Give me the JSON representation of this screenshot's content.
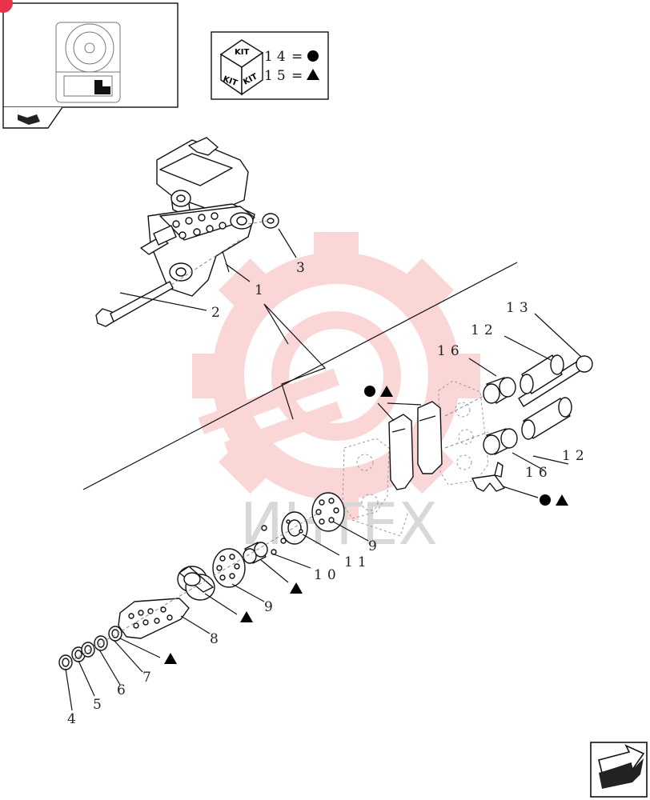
{
  "legend": {
    "kit_labels": [
      "KIT",
      "KIT",
      "KIT"
    ],
    "rows": [
      {
        "number": "14",
        "equals": "=",
        "symbol": "circle"
      },
      {
        "number": "15",
        "equals": "=",
        "symbol": "triangle"
      }
    ]
  },
  "watermark": {
    "text": "ИНТЕХ",
    "color": "#f04a4a"
  },
  "callouts": {
    "c1": "1",
    "c2": "2",
    "c3": "3",
    "c4": "4",
    "c5": "5",
    "c6": "6",
    "c7": "7",
    "c8": "8",
    "c9a": "9",
    "c9b": "9",
    "c10": "10",
    "c11": "11",
    "c12a": "12",
    "c12b": "12",
    "c13": "13",
    "c16a": "16",
    "c16b": "16"
  },
  "colors": {
    "line": "#111111",
    "badge": "#e8334a"
  }
}
